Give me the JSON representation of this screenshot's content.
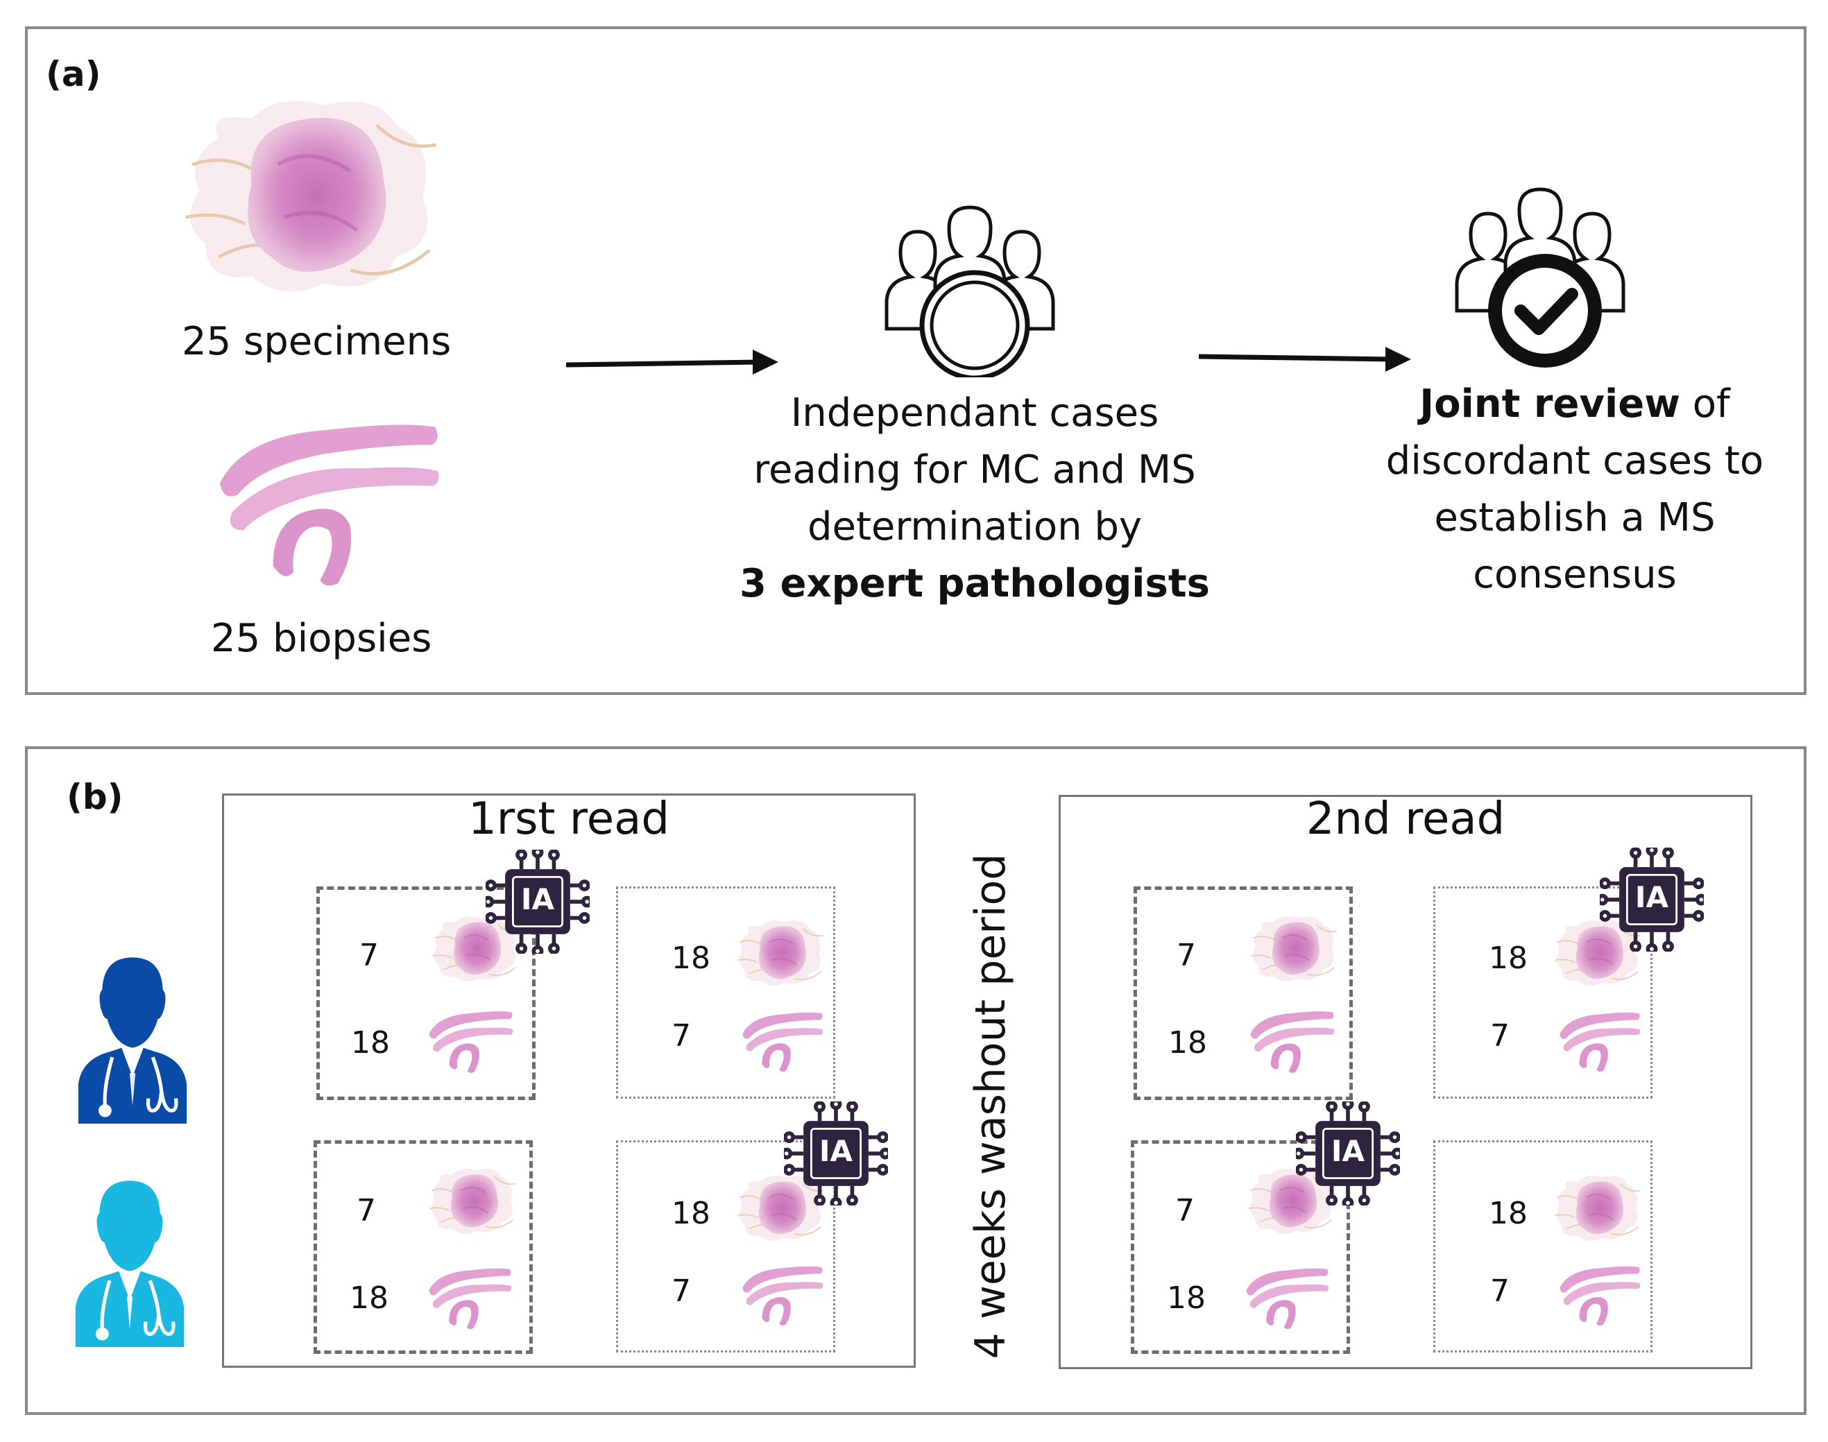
{
  "panel_a": {
    "label": "(a)",
    "specimens_label": "25 specimens",
    "biopsies_label": "25 biopsies",
    "step2_lines": [
      "Independant cases",
      "reading for MC and MS",
      "determination by"
    ],
    "step2_bold": "3 expert pathologists",
    "step3_bold": "Joint review",
    "step3_after_bold": " of",
    "step3_lines": [
      "discordant cases to",
      "establish a MS",
      "consensus"
    ]
  },
  "panel_b": {
    "label": "(b)",
    "read1_title": "1rst read",
    "read2_title": "2nd read",
    "washout_label": "4 weeks washout period",
    "ia_label": "IA",
    "cases": {
      "r1_tl": {
        "top": "7",
        "bottom": "18"
      },
      "r1_tr": {
        "top": "18",
        "bottom": "7"
      },
      "r1_bl": {
        "top": "7",
        "bottom": "18"
      },
      "r1_br": {
        "top": "18",
        "bottom": "7"
      },
      "r2_tl": {
        "top": "7",
        "bottom": "18"
      },
      "r2_tr": {
        "top": "18",
        "bottom": "7"
      },
      "r2_bl": {
        "top": "7",
        "bottom": "18"
      },
      "r2_br": {
        "top": "18",
        "bottom": "7"
      }
    }
  },
  "colors": {
    "doctor_dark": "#0a4ba8",
    "doctor_light": "#1ab8e0",
    "ia_chip": "#2e2440",
    "tissue_pink": "#d98bc7"
  }
}
